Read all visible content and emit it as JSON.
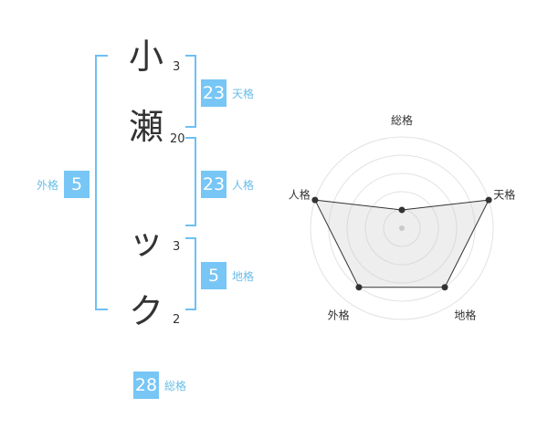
{
  "name_chars": [
    {
      "char": "小",
      "strokes": "3"
    },
    {
      "char": "瀬",
      "strokes": "20"
    },
    {
      "char": "ッ",
      "strokes": "3"
    },
    {
      "char": "ク",
      "strokes": "2"
    }
  ],
  "fortune": {
    "tenkaku": {
      "value": "23",
      "label": "天格"
    },
    "jinkaku": {
      "value": "23",
      "label": "人格"
    },
    "chikaku": {
      "value": "5",
      "label": "地格"
    },
    "gaikaku": {
      "value": "5",
      "label": "外格"
    },
    "soukaku": {
      "value": "28",
      "label": "総格"
    }
  },
  "colors": {
    "accent": "#77c6f5",
    "label": "#66bde9",
    "bracket": "#6ec0f4"
  },
  "chart_data": {
    "type": "radar",
    "axes": [
      "総格",
      "天格",
      "地格",
      "外格",
      "人格"
    ],
    "values": [
      1,
      5,
      4,
      4,
      5
    ],
    "max": 5,
    "rings": 5,
    "series": [
      {
        "values": [
          1,
          5,
          4,
          4,
          5
        ]
      }
    ]
  }
}
